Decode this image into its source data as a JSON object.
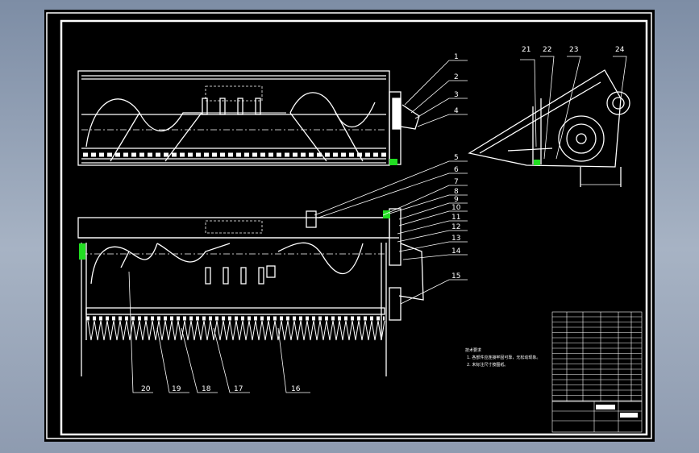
{
  "callouts_right": [
    "1",
    "2",
    "3",
    "4",
    "5",
    "6",
    "7",
    "8",
    "9",
    "10",
    "11",
    "12",
    "13",
    "14",
    "15"
  ],
  "callouts_side": [
    "21",
    "22",
    "23",
    "24"
  ],
  "callouts_bottom": [
    "20",
    "19",
    "18",
    "17",
    "16"
  ],
  "notes": {
    "title": "技术要求",
    "line1": "1. 各部件应连接牢固可靠，无松动现象。",
    "line2": "2. 未标注尺寸按图纸。"
  },
  "colors": {
    "line": "#ffffff",
    "highlight": "#22dd22",
    "background": "#000000"
  }
}
